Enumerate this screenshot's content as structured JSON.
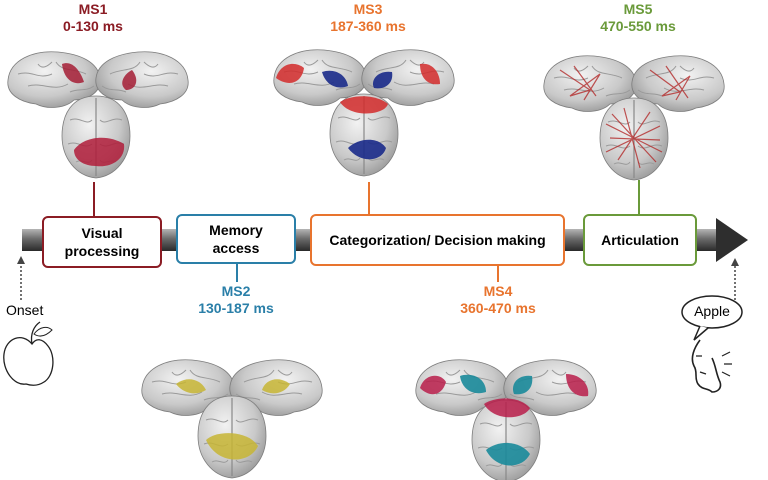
{
  "colors": {
    "ms1": "#8b1c24",
    "ms2": "#2a7fa8",
    "ms3": "#e8742e",
    "ms4": "#e8742e",
    "ms5": "#6a9a3a"
  },
  "microstates": [
    {
      "id": "ms1",
      "name": "MS1",
      "time": "0-130 ms"
    },
    {
      "id": "ms2",
      "name": "MS2",
      "time": "130-187 ms"
    },
    {
      "id": "ms3",
      "name": "MS3",
      "time": "187-360 ms"
    },
    {
      "id": "ms4",
      "name": "MS4",
      "time": "360-470 ms"
    },
    {
      "id": "ms5",
      "name": "MS5",
      "time": "470-550 ms"
    }
  ],
  "stages": [
    {
      "id": "visual",
      "label": "Visual processing"
    },
    {
      "id": "memory",
      "label": "Memory access"
    },
    {
      "id": "categorization",
      "label": "Categorization/ Decision making"
    },
    {
      "id": "articulation",
      "label": "Articulation"
    }
  ],
  "onset_label": "Onset",
  "speech_word": "Apple",
  "icons": [
    "apple-icon",
    "speaking-head-icon",
    "brain-icon",
    "timeline-arrow-icon"
  ]
}
